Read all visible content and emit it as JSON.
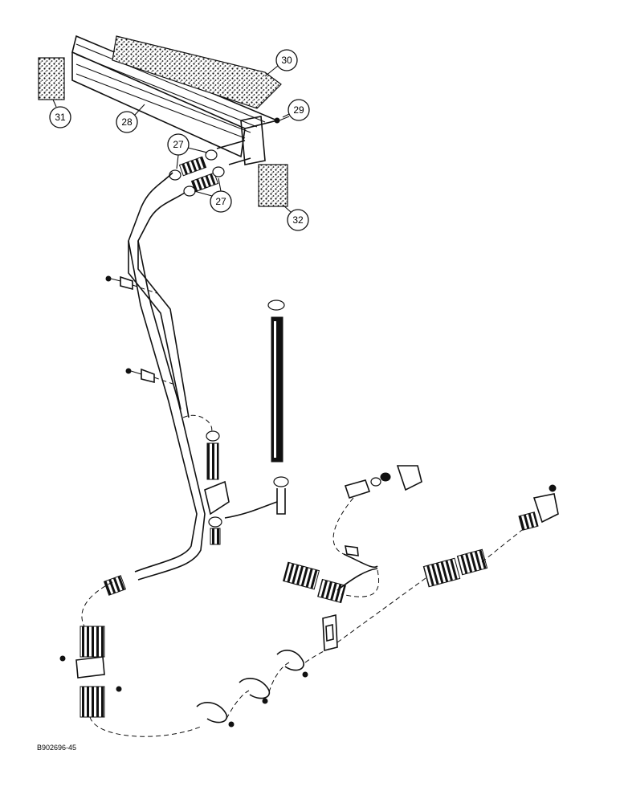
{
  "callouts": {
    "c27a": "27",
    "c27b": "27",
    "c28": "28",
    "c29": "29",
    "c30": "30",
    "c31": "31",
    "c32": "32"
  },
  "figure_id": "B902696-45"
}
